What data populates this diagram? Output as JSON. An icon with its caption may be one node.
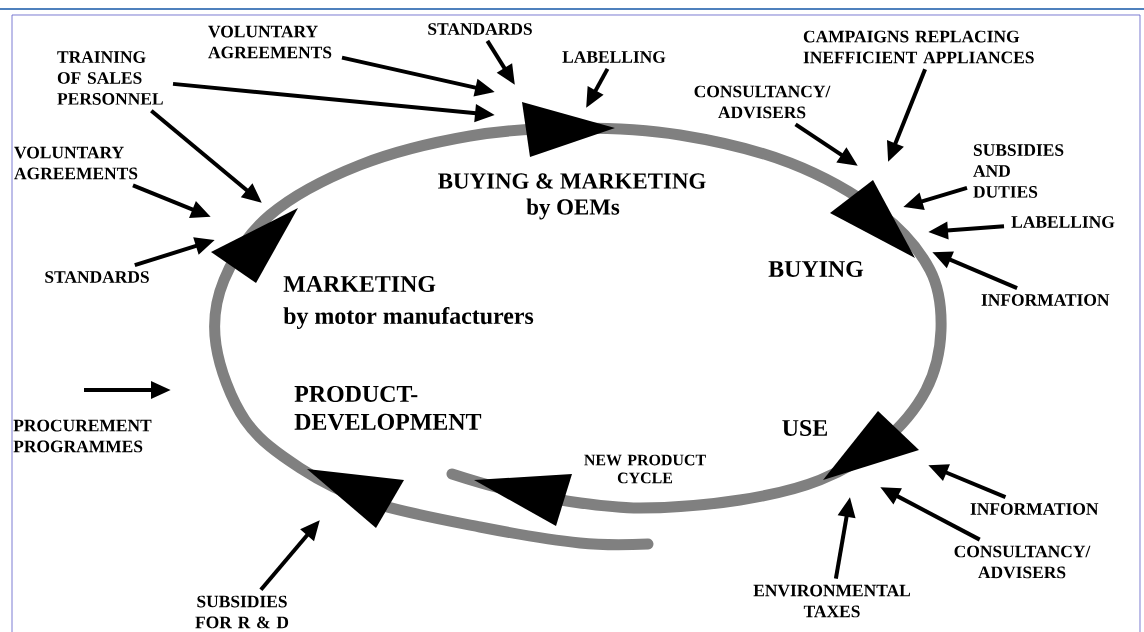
{
  "diagram": {
    "nodes": [
      {
        "text": [
          "VOLUNTARY AGREEMENTS"
        ]
      },
      {
        "text": [
          "STANDARDS"
        ]
      },
      {
        "text": [
          "CAMPAIGNS REPLACING INEFFICIENT APPLIANCES"
        ]
      },
      {
        "text": [
          "TRAINING OF SALES PERSONNEL"
        ]
      },
      {
        "text": [
          "LABELLING"
        ]
      },
      {
        "text": [
          "CONSULTANCY/ ADVISERS"
        ]
      },
      {
        "text": [
          "VOLUNTARY AGREEMENTS"
        ]
      },
      {
        "text": [
          "SUBSIDIES AND DUTIES"
        ]
      },
      {
        "text": [
          "LABELLING"
        ]
      },
      {
        "text": [
          "STANDARDS"
        ]
      },
      {
        "text": [
          "INFORMATION"
        ]
      },
      {
        "text": [
          "INFORMATION"
        ]
      },
      {
        "text": [
          "CONSULTANCY/ ADVISERS"
        ]
      },
      {
        "text": [
          "ENVIRONMENTAL TAXES"
        ]
      },
      {
        "text": [
          "SUBSIDIES FOR R & D"
        ]
      }
    ],
    "edges": [
      {
        "from": 0,
        "to": null,
        "arrow": "to"
      },
      {
        "from": 1,
        "to": null,
        "arrow": "to"
      },
      {
        "from": 2,
        "to": null,
        "arrow": "to"
      },
      {
        "from": 3,
        "to": null,
        "arrow": "to"
      },
      {
        "from": 3,
        "to": null,
        "arrow": "to"
      },
      {
        "from": 4,
        "to": null,
        "arrow": "to"
      },
      {
        "from": 5,
        "to": null,
        "arrow": "to"
      },
      {
        "from": 6,
        "to": null,
        "arrow": "to"
      },
      {
        "from": 7,
        "to": null,
        "arrow": "to"
      },
      {
        "from": 8,
        "to": null,
        "arrow": "to"
      },
      {
        "from": 9,
        "to": null,
        "arrow": "to"
      },
      {
        "from": 10,
        "to": null,
        "arrow": "to"
      },
      {
        "from": 11,
        "to": null,
        "arrow": "to"
      },
      {
        "from": 12,
        "to": null,
        "arrow": "to"
      },
      {
        "from": 13,
        "to": null,
        "arrow": "to"
      },
      {
        "from": 14,
        "to": null,
        "arrow": "to"
      }
    ],
    "labels": [
      "BUYING & MARKETING",
      "by OEMs",
      "BUYING",
      "MARKETING",
      "by motor manufacturers",
      "PRODUCT-DEVELOPMENT",
      "USE",
      "NEW PRODUCT CYCLE"
    ],
    "legend": [
      {
        "text": "PROCUREMENT PROGRAMMES"
      }
    ]
  }
}
